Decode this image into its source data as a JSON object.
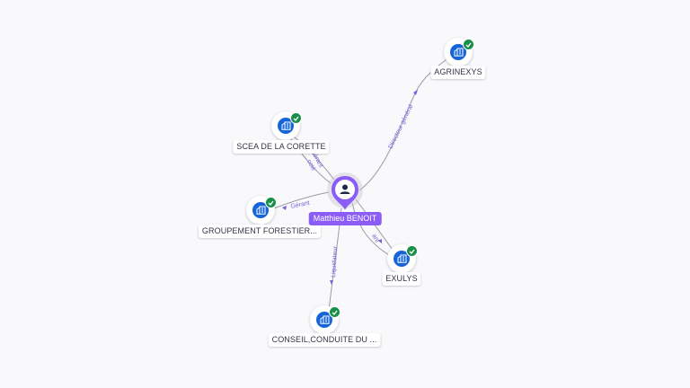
{
  "center": {
    "name": "Matthieu BENOIT",
    "icon": "person-icon",
    "color": "#8b5cf6"
  },
  "companies": [
    {
      "label": "AGRINEXYS",
      "icon": "building-icon",
      "status_icon": "check-icon"
    },
    {
      "label": "SCEA DE LA CORETTE",
      "icon": "building-icon",
      "status_icon": "check-icon"
    },
    {
      "label": "GROUPEMENT FORESTIER...",
      "icon": "building-icon",
      "status_icon": "check-icon"
    },
    {
      "label": "EXULYS",
      "icon": "building-icon",
      "status_icon": "check-icon"
    },
    {
      "label": "CONSEIL,CONDUITE DU ...",
      "icon": "building-icon",
      "status_icon": "check-icon"
    }
  ],
  "relations": [
    {
      "label": "Directeur général"
    },
    {
      "label": "Gérant"
    },
    {
      "label": "Liquidateur"
    },
    {
      "label": "ant"
    },
    {
      "label": "Gérant"
    },
    {
      "label": "...ocié"
    }
  ],
  "colors": {
    "company": "#1565d8",
    "verified": "#1a8f4a",
    "relation_text": "#7a5fd6",
    "edge": "#9a9aa8",
    "background": "#f9f9fc"
  }
}
